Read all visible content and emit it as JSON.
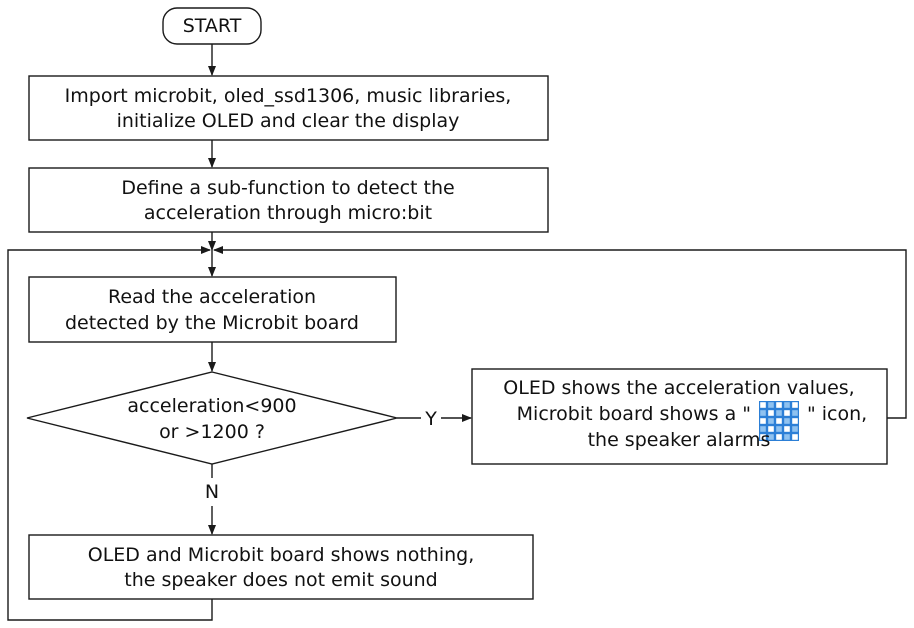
{
  "flowchart": {
    "start": "START",
    "step_import": {
      "line1": "Import microbit, oled_ssd1306, music libraries,",
      "line2": "initialize OLED and clear the display"
    },
    "step_define": {
      "line1": "Define a sub-function to detect the",
      "line2": "acceleration through micro:bit"
    },
    "step_read": {
      "line1": "Read the acceleration",
      "line2": "detected by the Microbit board"
    },
    "decision": {
      "line1": "acceleration<900",
      "line2": "or >1200 ?"
    },
    "yes_label": "Y",
    "no_label": "N",
    "step_alarm": {
      "line1": "OLED shows the acceleration values,",
      "line2_before_icon": "Microbit board shows a \"",
      "line2_after_icon": "\" icon,",
      "line3": "the speaker alarms",
      "icon_color": "#2c7fd6"
    },
    "step_nothing": {
      "line1": "OLED and Microbit board shows nothing,",
      "line2": "the speaker does not emit sound"
    }
  }
}
